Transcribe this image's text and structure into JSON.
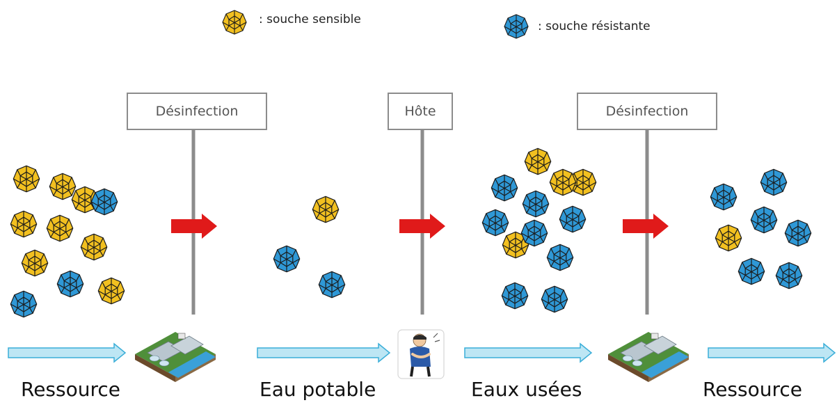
{
  "legend": {
    "sensitive": {
      "label": ": souche sensible",
      "color": "#f2c020",
      "icon": "virus-particle-icon"
    },
    "resistant": {
      "label": ": souche résistante",
      "color": "#2f98d6",
      "icon": "virus-particle-icon"
    }
  },
  "barriers": [
    {
      "label": "Désinfection"
    },
    {
      "label": "Hôte"
    },
    {
      "label": "Désinfection"
    }
  ],
  "stages": [
    {
      "label": "Ressource"
    },
    {
      "label": "Eau potable"
    },
    {
      "label": "Eaux usées"
    },
    {
      "label": "Ressource"
    }
  ],
  "populations": [
    {
      "sensitive": 8,
      "resistant": 3
    },
    {
      "sensitive": 1,
      "resistant": 2
    },
    {
      "sensitive": 4,
      "resistant": 8
    },
    {
      "sensitive": 1,
      "resistant": 6
    }
  ],
  "colors": {
    "flow_arrow_fill": "#bde6f4",
    "flow_arrow_stroke": "#3aaed8",
    "transition_arrow": "#e01a1a",
    "barrier_line": "#8c8c8c"
  },
  "icons": {
    "treatment_plant": "water-treatment-plant-icon",
    "host": "sick-person-icon"
  }
}
